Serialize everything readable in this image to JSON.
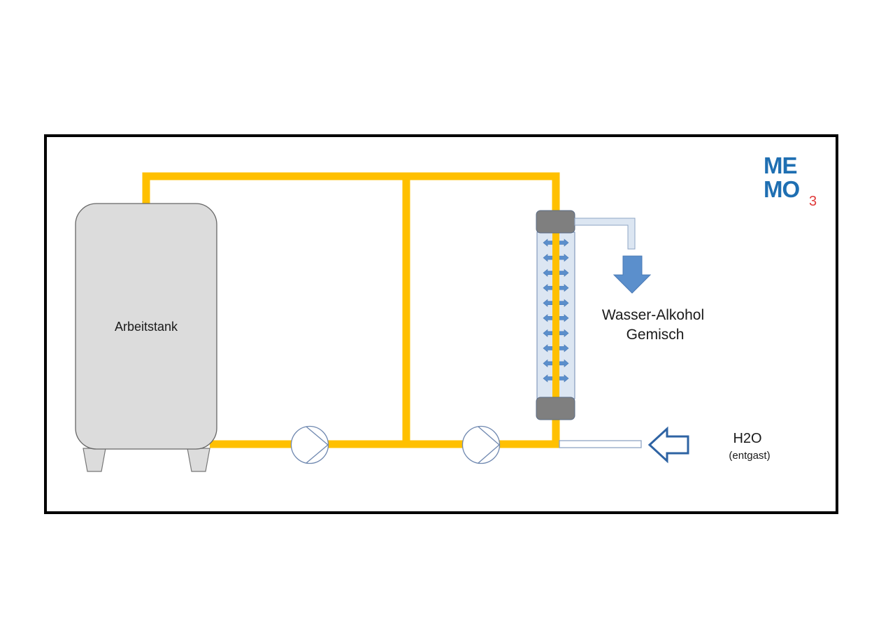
{
  "diagram": {
    "logo": {
      "line1": "ME",
      "line2": "MO",
      "subscript": "3",
      "color_primary": "#1f6fb2",
      "color_subscript": "#e03a3a"
    },
    "tank": {
      "label": "Arbeitstank",
      "fill": "#dcdcdc",
      "stroke": "#666666"
    },
    "outlet": {
      "label_line1": "Wasser-Alkohol",
      "label_line2": "Gemisch",
      "arrow_color": "#5b8fcc"
    },
    "inlet": {
      "label": "H2O",
      "sublabel": "(entgast)",
      "arrow_color": "#2e63a3"
    },
    "membrane_module": {
      "arrow_count": 10,
      "housing_fill": "#dce6f2",
      "cap_fill": "#7f7f7f"
    },
    "pumps": [
      {
        "name": "pump-1"
      },
      {
        "name": "pump-2"
      }
    ],
    "pipe_color": "#ffc000",
    "frame_color": "#000000"
  }
}
